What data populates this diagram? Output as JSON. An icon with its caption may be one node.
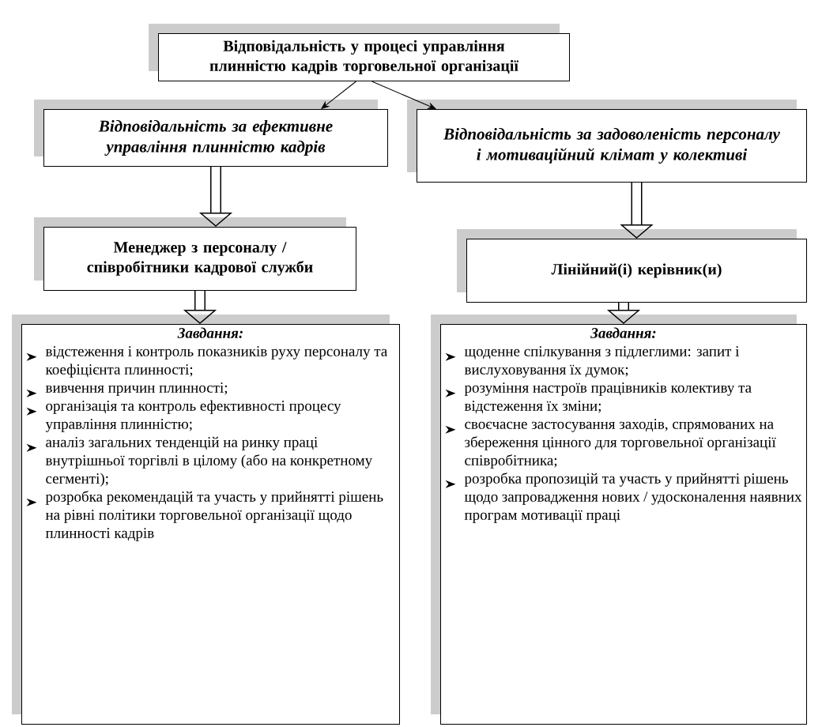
{
  "diagram": {
    "nodes": [
      {
        "text": [
          "Відповідальність у процесі управління плинністю кадрів торговельної організації"
        ]
      },
      {
        "text": [
          "Відповідальність за ефективне управління плинністю кадрів"
        ]
      },
      {
        "text": [
          "Відповідальність за задоволеність персоналу і мотиваційний клімат у колективі"
        ]
      },
      {
        "text": [
          "Менеджер з персоналу / співробітники кадрової служби"
        ]
      },
      {
        "text": [
          "Лінійний(і) керівник(и)"
        ]
      },
      {
        "text": [
          "Завдання:",
          "відстеження і контроль показників руху персоналу та коефіцієнта плинності;",
          "вивчення причин плинності;",
          "організація та контроль ефективності процесу управління плинністю;",
          "аналіз загальних тенденцій на ринку праці внутрішньої торгівлі в цілому (або на конкретному сегменті);",
          "розробка рекомендацій та участь у прийнятті рішень на рівні політики торговельної організації щодо плинності кадрів"
        ]
      },
      {
        "text": [
          "Завдання:",
          "щоденне спілкування з підлеглими: запит і вислуховування їх думок;",
          "розуміння настроїв працівників колективу та відстеження їх зміни;",
          "своєчасне застосування заходів, спрямованих на збереження цінного для торговельної організації співробітника;",
          "розробка пропозицій та участь у прийнятті рішень щодо запровадження нових / удосконалення наявних програм мотивації праці"
        ]
      }
    ],
    "edges": [
      {
        "from": 0,
        "to": 1,
        "arrow": "to"
      },
      {
        "from": 0,
        "to": 2,
        "arrow": "to"
      },
      {
        "from": 1,
        "to": 3,
        "arrow": "to"
      },
      {
        "from": 3,
        "to": 5,
        "arrow": "to"
      },
      {
        "from": 2,
        "to": 4,
        "arrow": "to"
      },
      {
        "from": 4,
        "to": 6,
        "arrow": "to"
      }
    ]
  }
}
